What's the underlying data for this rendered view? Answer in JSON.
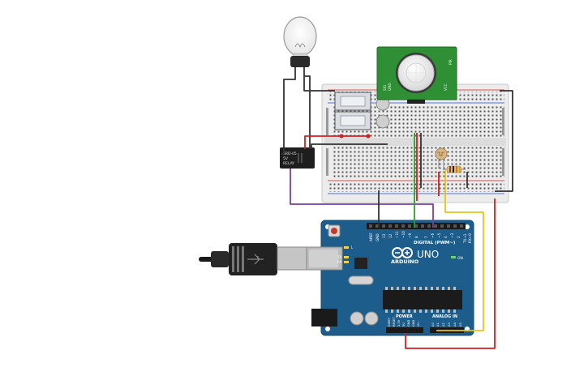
{
  "title": "",
  "arduino": {
    "brand_text": "ARDUINO",
    "model_text": "UNO",
    "digital_label": "DIGITAL (PWM~)",
    "aref_label": "AREF",
    "gnd_label": "GND",
    "pin13_label": "13",
    "pin12_label": "12",
    "pin11_label": "~11",
    "pin10_label": "~10",
    "pin9_label": "~9",
    "pin8_label": "8",
    "pin7_label": "7",
    "pin6_label": "~6",
    "pin5_label": "~5",
    "pin4_label": "4",
    "pin3_label": "~3",
    "pin2_label": "2",
    "pin1_label": "TX→1",
    "pin0_label": "RX←0",
    "led_l_label": "L",
    "led_tx_label": "TX",
    "led_rx_label": "RX",
    "on_label": "ON",
    "power_label": "POWER",
    "analog_label": "ANALOG IN",
    "ioref_label": "IOREF",
    "reset_label": "RESET",
    "v33_label": "3.3V",
    "v5_label": "5V",
    "gnd_a_label": "GND",
    "gnd_b_label": "GND",
    "vin_label": "Vin",
    "a0_label": "A0",
    "a1_label": "A1",
    "a2_label": "A2",
    "a3_label": "A3",
    "a4_label": "A4",
    "a5_label": "A5"
  },
  "pir_sensor": {
    "label_a": "SIG",
    "label_b": "GND",
    "label_c": "VCC",
    "label_d": "PIR"
  },
  "relay": {
    "label_a": "SRD-05",
    "label_b": "5V",
    "label_c": "RELAY"
  },
  "colors": {
    "wire_black": "#333333",
    "wire_red": "#d21f1f",
    "wire_green": "#2ea02e",
    "wire_purple": "#7a3fa0",
    "wire_yellow": "#e8c417",
    "arduino_blue": "#1d5d8c",
    "pir_green": "#2f8f35",
    "breadboard": "#e9e9e9"
  }
}
